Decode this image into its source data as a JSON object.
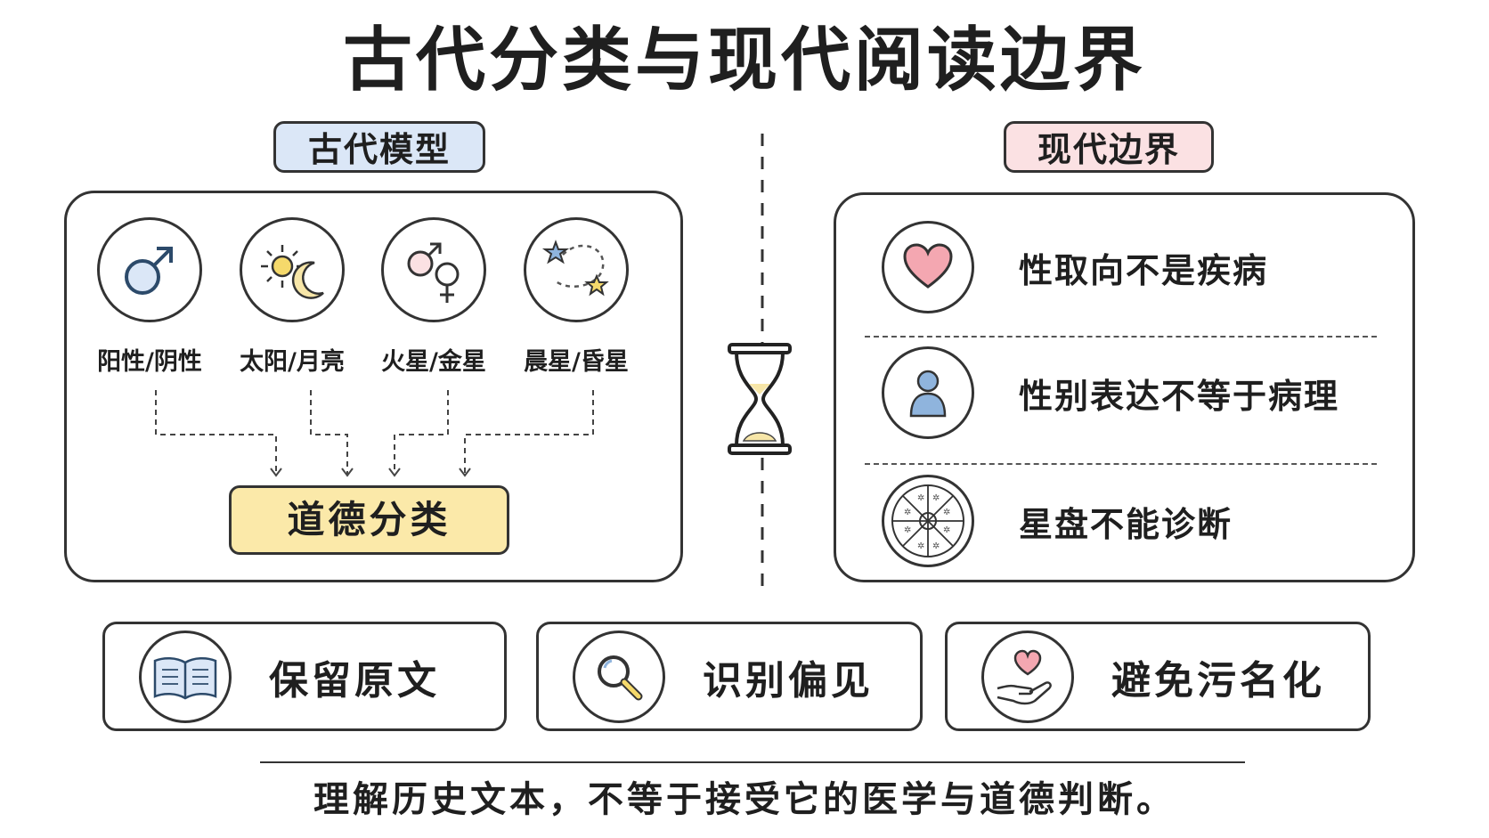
{
  "title": "古代分类与现代阅读边界",
  "ancient": {
    "tag": "古代模型",
    "items": [
      {
        "label": "阳性/阴性",
        "icon": "mars-icon"
      },
      {
        "label": "太阳/月亮",
        "icon": "sun-moon-icon"
      },
      {
        "label": "火星/金星",
        "icon": "mars-venus-icon"
      },
      {
        "label": "晨星/昏星",
        "icon": "stars-icon"
      }
    ],
    "result": "道德分类"
  },
  "modern": {
    "tag": "现代边界",
    "rows": [
      {
        "text": "性取向不是疾病",
        "icon": "heart-icon"
      },
      {
        "text": "性别表达不等于病理",
        "icon": "person-icon"
      },
      {
        "text": "星盘不能诊断",
        "icon": "astrology-chart-icon"
      }
    ]
  },
  "cards": [
    {
      "text": "保留原文",
      "icon": "open-book-icon"
    },
    {
      "text": "识别偏见",
      "icon": "magnifier-icon"
    },
    {
      "text": "避免污名化",
      "icon": "heart-hand-icon"
    }
  ],
  "footer": "理解历史文本，不等于接受它的医学与道德判断。",
  "colors": {
    "ancient_tag": "#dbe7f7",
    "modern_tag": "#fbe1e3",
    "result_box": "#fbe9a9",
    "icon_blue": "#8fb4dd",
    "icon_pink": "#f4a7b1",
    "icon_yellow": "#f5d96b"
  }
}
